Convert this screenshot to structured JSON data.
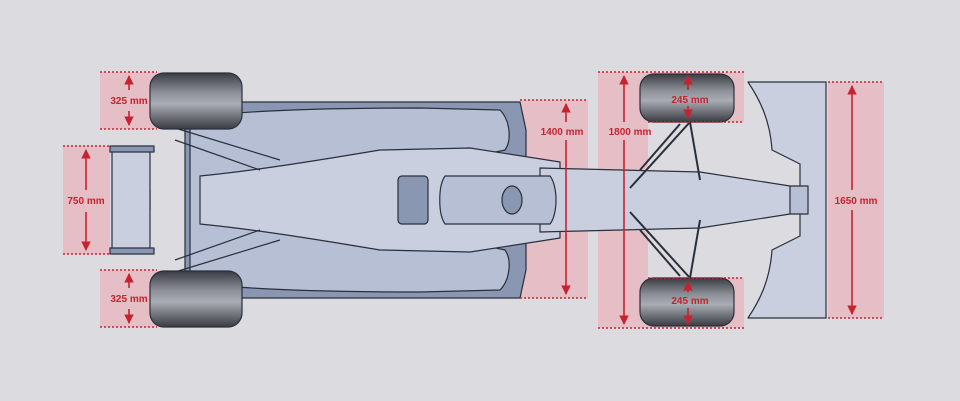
{
  "colors": {
    "background": "#dcdce0",
    "zone": "#e7b9c0",
    "dimension": "#c62330",
    "body_dark": "#8a97b2",
    "body_light": "#b7bfd4",
    "body_pale": "#c9cfdf",
    "outline": "#2a2f3c",
    "tyre": "#4a4d55"
  },
  "dimensions": {
    "rear_tyre_top": "325 mm",
    "rear_tyre_bottom": "325 mm",
    "rear_wing": "750 mm",
    "floor_width": "1400 mm",
    "overall_width": "1800 mm",
    "front_tyre_top": "245 mm",
    "front_tyre_bottom": "245 mm",
    "front_wing": "1650 mm"
  }
}
